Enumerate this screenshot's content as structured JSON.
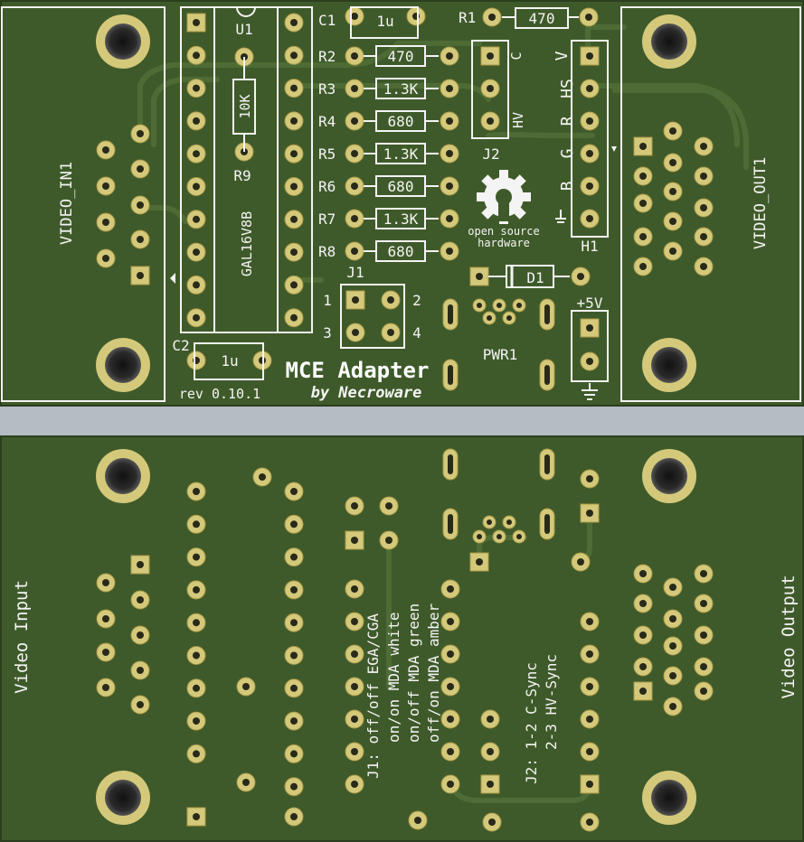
{
  "front": {
    "title": "MCE Adapter",
    "subtitle": "by Necroware",
    "revision": "rev 0.10.1",
    "refs": {
      "u1": "U1",
      "ic": "GAL16V8B",
      "r9": "R9",
      "r9_val": "10K",
      "c1": "C1",
      "c1_val": "1u",
      "c2": "C2",
      "c2_val": "1u",
      "j1": "J1",
      "j2": "J2",
      "h1": "H1",
      "d1": "D1",
      "pwr1": "PWR1",
      "video_in": "VIDEO_IN1",
      "video_out": "VIDEO_OUT1",
      "plus5v": "+5V",
      "c_label": "C",
      "v_label": "V",
      "hv_label": "HV"
    },
    "resistors": [
      {
        "ref": "R1",
        "value": "470"
      },
      {
        "ref": "R2",
        "value": "470"
      },
      {
        "ref": "R3",
        "value": "1.3K"
      },
      {
        "ref": "R4",
        "value": "680"
      },
      {
        "ref": "R5",
        "value": "1.3K"
      },
      {
        "ref": "R6",
        "value": "680"
      },
      {
        "ref": "R7",
        "value": "1.3K"
      },
      {
        "ref": "R8",
        "value": "680"
      }
    ],
    "h1_labels": [
      "HS",
      "R",
      "G",
      "B"
    ],
    "j1_pins": [
      "1",
      "2",
      "3",
      "4"
    ],
    "oshw": [
      "open source",
      "hardware"
    ]
  },
  "back": {
    "video_input": "Video Input",
    "video_output": "Video Output",
    "j1_notes": [
      "J1: off/off EGA/CGA",
      "on/on  MDA white",
      "on/off MDA green",
      "off/on  MDA amber"
    ],
    "j2_notes": [
      "J2: 1-2 C-Sync",
      "2-3 HV-Sync"
    ]
  },
  "colors": {
    "board": "#3f5a2a",
    "board_dark": "#2e4620",
    "trace": "#4f6e37",
    "pad": "#d4c97a",
    "pad_edge": "#a89a48",
    "silk": "#f4f4f4",
    "gap": "#b4bcc4"
  }
}
